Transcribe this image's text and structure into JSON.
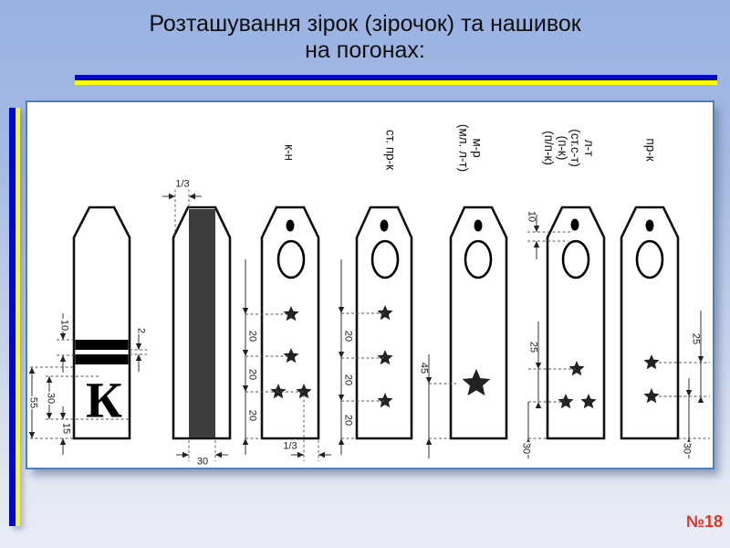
{
  "slide": {
    "title": "Розташування зірок (зірочок) та нашивок\nна погонах:",
    "page_number": "№18"
  },
  "colors": {
    "flag_blue": "#0009c8",
    "flag_yellow": "#ffff00",
    "panel_border_blue": "#4d7ebf",
    "page_number_red": "#e53322",
    "center_stripe_dark": "#3d3d3d"
  },
  "ranks": {
    "cadet_letter": "К",
    "kn": "к-н",
    "st_prk": "ст. пр-к",
    "mr": "м-р\n(мл. л-т)",
    "lt": "л-т\n(ст.с-т)\n(п-к)\n(п/п-к)",
    "prk": "пр-к"
  },
  "dimensions": {
    "s1_bar_band": "10",
    "s1_bar_gap": "2",
    "s1_total": "55",
    "s1_letter_height": "30",
    "s1_letter_bottom": "15",
    "s2_top_offset": "1/3",
    "s2_stripe_width": "30",
    "s3_spacing": [
      "20",
      "20",
      "20"
    ],
    "s3_star_offset": "1/3",
    "s4_spacing": [
      "20",
      "20",
      "20"
    ],
    "s5_star_height": "45",
    "s6_button_gap": "10",
    "s6_row_spacing": "25",
    "s6_bottom_offset": "30",
    "s7_row_spacing": "25",
    "s7_bottom_offset": "30"
  }
}
